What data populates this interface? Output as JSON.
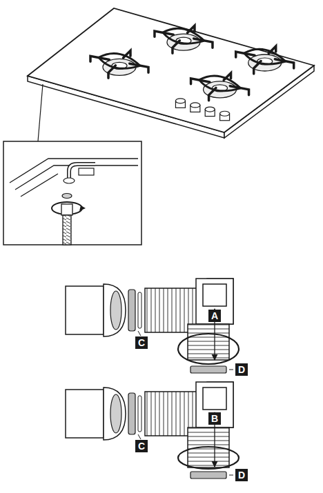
{
  "diagram": {
    "labels": [
      "A",
      "C",
      "D",
      "B",
      "C",
      "D"
    ]
  }
}
